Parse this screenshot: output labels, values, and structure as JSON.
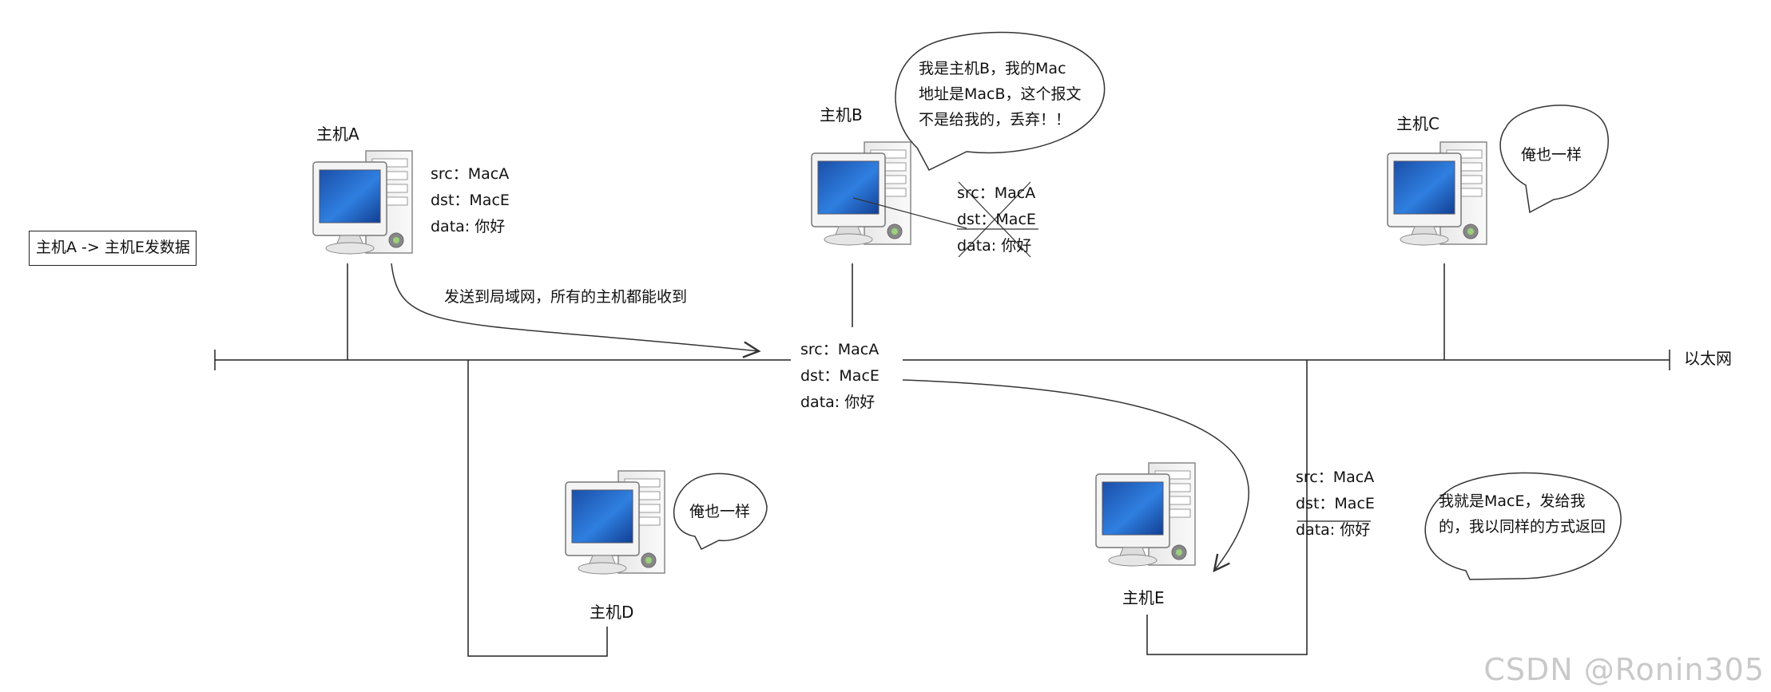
{
  "task_label": "主机A -> 主机E发数据",
  "network_label": "以太网",
  "broadcast_note": "发送到局域网，所有的主机都能收到",
  "packet": {
    "src": "src：MacA",
    "dst": "dst：MacE",
    "data": "data: 你好"
  },
  "hosts": {
    "a": {
      "name": "主机A"
    },
    "b": {
      "name": "主机B",
      "bubble_lines": [
        "我是主机B，我的Mac",
        "地址是MacB，这个报文",
        "不是给我的，丢弃！！"
      ]
    },
    "c": {
      "name": "主机C",
      "bubble_lines": [
        "俺也一样"
      ]
    },
    "d": {
      "name": "主机D",
      "bubble_lines": [
        "俺也一样"
      ]
    },
    "e": {
      "name": "主机E",
      "bubble_lines": [
        "我就是MacE，发给我",
        "的，我以同样的方式返回"
      ]
    }
  },
  "watermark": "CSDN @Ronin305",
  "colors": {
    "screen": "#1f63c8",
    "line": "#222222",
    "case": "#f2f2f2"
  }
}
